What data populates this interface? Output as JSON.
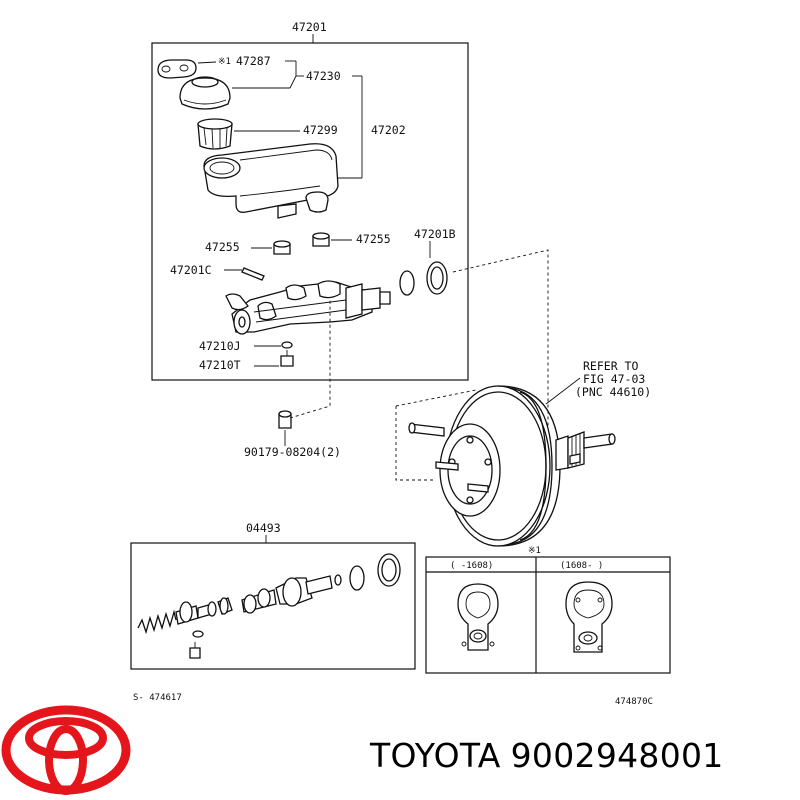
{
  "labels": {
    "assembly": "47201",
    "l_47287": "47287",
    "l_47230": "47230",
    "l_47299": "47299",
    "l_47202": "47202",
    "l_47255_left": "47255",
    "l_47255_right": "47255",
    "l_47201b": "47201B",
    "l_47201c": "47201C",
    "l_47210j": "47210J",
    "l_47210t": "47210T",
    "l_90179": "90179-08204(2)",
    "refer_line1": "REFER TO",
    "refer_line2": "FIG 47-03",
    "refer_line3": "(PNC 44610)",
    "kit": "04493",
    "note_mark": "※1",
    "note_mark_top": "※1",
    "inset_left_range": "(    -1608)",
    "inset_right_range": "(1608-    )",
    "code_left": "S- 474617",
    "code_right": "474870C"
  },
  "brand": {
    "name": "TOYOTA",
    "part_number": "9002948001",
    "logo_color": "#e4161b"
  }
}
